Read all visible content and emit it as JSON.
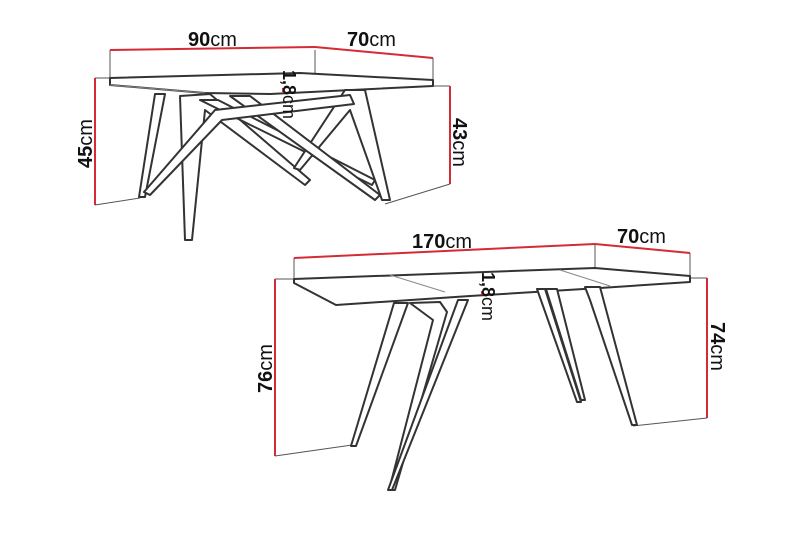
{
  "coffee_table": {
    "width": {
      "num": "90",
      "unit": "cm"
    },
    "depth": {
      "num": "70",
      "unit": "cm"
    },
    "height_total": {
      "num": "45",
      "unit": "cm"
    },
    "height_legs": {
      "num": "43",
      "unit": "cm"
    },
    "top_thickness": {
      "num": "1,8",
      "unit": "cm"
    }
  },
  "dining_table": {
    "width": {
      "num": "170",
      "unit": "cm"
    },
    "depth": {
      "num": "70",
      "unit": "cm"
    },
    "height_total": {
      "num": "76",
      "unit": "cm"
    },
    "height_legs": {
      "num": "74",
      "unit": "cm"
    },
    "top_thickness": {
      "num": "1,8",
      "unit": "cm"
    }
  },
  "colors": {
    "dimension_line": "#d42b35",
    "outline": "#333333",
    "background": "#ffffff"
  }
}
